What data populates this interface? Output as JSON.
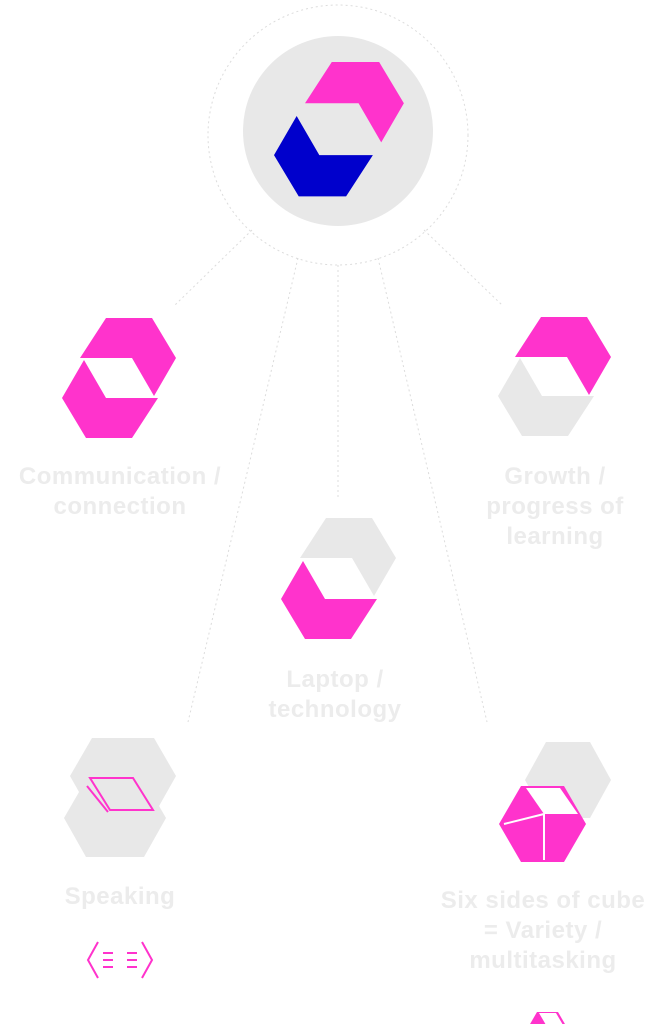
{
  "colors": {
    "pink": "#ff33cc",
    "navy": "#0000cc",
    "grey": "#e8e8e8",
    "label_text": "#ececec",
    "connector": "#dcdcdc"
  },
  "center": {
    "name": "logo"
  },
  "nodes": [
    {
      "id": "communication",
      "label": "Communication /\nconnection",
      "icon": "two-pink-hexagon-halves-icon"
    },
    {
      "id": "growth",
      "label": "Growth /\nprogress of\nlearning",
      "icon": "pink-top-grey-bottom-icon"
    },
    {
      "id": "laptop",
      "label": "Laptop /\ntechnology",
      "icon": "grey-top-pink-bottom-icon"
    },
    {
      "id": "speaking",
      "label": "Speaking",
      "icon": "grey-hexagons-speech-icon",
      "sub_icon": "speaking-arrows-icon"
    },
    {
      "id": "cube",
      "label": "Six sides of cube\n= Variety /\nmultitasking",
      "icon": "pink-cube-icon",
      "sub_icon": "small-cube-icon"
    }
  ]
}
